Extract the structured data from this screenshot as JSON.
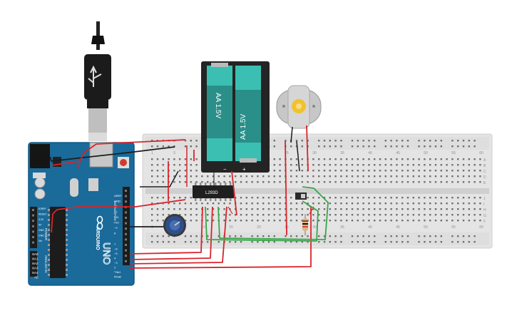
{
  "arduino": {
    "board_name": "UNO",
    "brand": "ARDUINO",
    "digital_label": "DIGITAL (PWM~)",
    "power_label": "POWER",
    "analog_label": "ANALOG IN",
    "top_pins": [
      "AREF",
      "GND",
      "13",
      "12",
      "~11",
      "~10",
      "~9",
      "8"
    ],
    "bottom_pins": [
      "7",
      "~6",
      "~5",
      "4",
      "~3",
      "2",
      "TX▸1",
      "RX◂0"
    ],
    "power_pins": [
      "IOREF",
      "RESET",
      "3.3V",
      "5V",
      "GND",
      "GND",
      "Vin"
    ],
    "analog_pins": [
      "A0",
      "A1",
      "A2",
      "A3",
      "A4",
      "A5"
    ]
  },
  "battery": {
    "cell1_label": "AA 1.5V",
    "cell2_label": "AA 1.5V",
    "minus": "−",
    "plus": "+"
  },
  "ic": {
    "label": "L293D"
  },
  "breadboard": {
    "col_numbers": [
      "1",
      "5",
      "10",
      "15",
      "20",
      "25",
      "30",
      "35",
      "40",
      "45",
      "50",
      "55",
      "60"
    ],
    "row_letters_top": [
      "J",
      "I",
      "H",
      "G",
      "F"
    ],
    "row_letters_bottom": [
      "E",
      "D",
      "C",
      "B",
      "A"
    ]
  },
  "colors": {
    "board_bg": "#e2e2e2",
    "arduino": "#1a6a9a",
    "wire_red": "#d8252b",
    "wire_black": "#1d1d1d",
    "wire_green": "#3aa64a",
    "battery_teal": "#3bbfb3",
    "potentiometer": "#2d4f8f"
  },
  "icons": [
    "usb-cable-icon",
    "potentiometer-icon",
    "dc-motor-icon",
    "resistor-icon",
    "slide-switch-icon"
  ]
}
